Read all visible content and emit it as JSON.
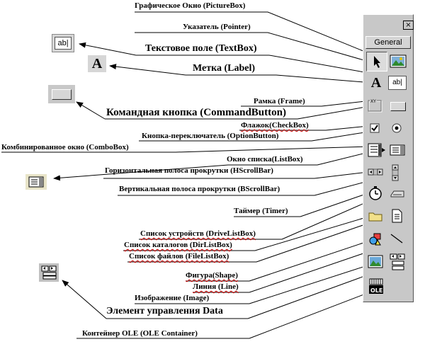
{
  "toolbox": {
    "close_glyph": "×",
    "general_tab": "General"
  },
  "labels": {
    "picturebox": "Графическое Окно (PictureBox)",
    "pointer": "Указатель (Pointer)",
    "textbox": "Текстовое поле (TextBox)",
    "label": "Метка (Label)",
    "frame": "Рамка (Frame)",
    "commandbutton": "Командная кнопка (CommandButton)",
    "checkbox": "Флажок(CheckBox)",
    "optionbutton": "Кнопка-переключатель (OptionButton)",
    "combobox": "Комбинированное окно (ComboBox)",
    "listbox": "Окно списка(ListBox)",
    "hscrollbar": "Горизонтальная полоса прокрутки (HScrollBar)",
    "vscrollbar": "Вертикальная полоса прокрутки (BScrollBar)",
    "timer": "Таймер (Timer)",
    "drivelistbox": "Список устройств (DriveListBox)",
    "dirlistbox": "Список каталогов (DirListBox)",
    "filelistbox": "Список файлов (FileListBox)",
    "shape": "Фигура(Shape)",
    "line": "Линия (Line)",
    "image": "Изображение (Image)",
    "data": "Элемент управления Data",
    "ole": "Контейнер OLE (OLE Container)"
  },
  "icon_text": {
    "textbox_left": "ab|",
    "textbox_tool": "ab|",
    "label_left": "A",
    "label_tool": "A",
    "frame_xy": "XY",
    "ole": "OLE"
  },
  "colors": {
    "toolbox_bg": "#c8c8c8",
    "spellcheck_underline": "#d00000",
    "icon_bg": "#d6d6c8"
  }
}
